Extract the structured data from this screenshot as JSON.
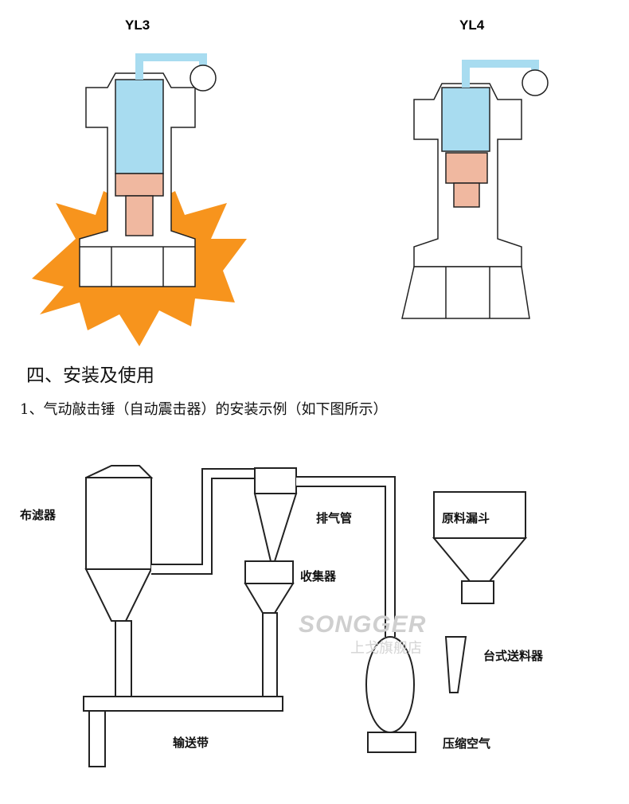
{
  "figures": {
    "left_title": "YL3",
    "right_title": "YL4"
  },
  "section": {
    "heading": "四、安装及使用",
    "subheading": "1、气动敲击锤（自动震击器）的安装示例（如下图所示）"
  },
  "diagram_labels": {
    "filter": "布滤器",
    "exhaust": "排气管",
    "hopper": "原料漏斗",
    "collector": "收集器",
    "feeder": "台式送料器",
    "conveyor": "输送带",
    "air": "压缩空气"
  },
  "watermark": {
    "brand": "SONGGER",
    "store": "上戈旗舰店"
  },
  "colors": {
    "air": "#a8dcf0",
    "piston": "#f0b8a0",
    "impact": "#f7941d"
  }
}
